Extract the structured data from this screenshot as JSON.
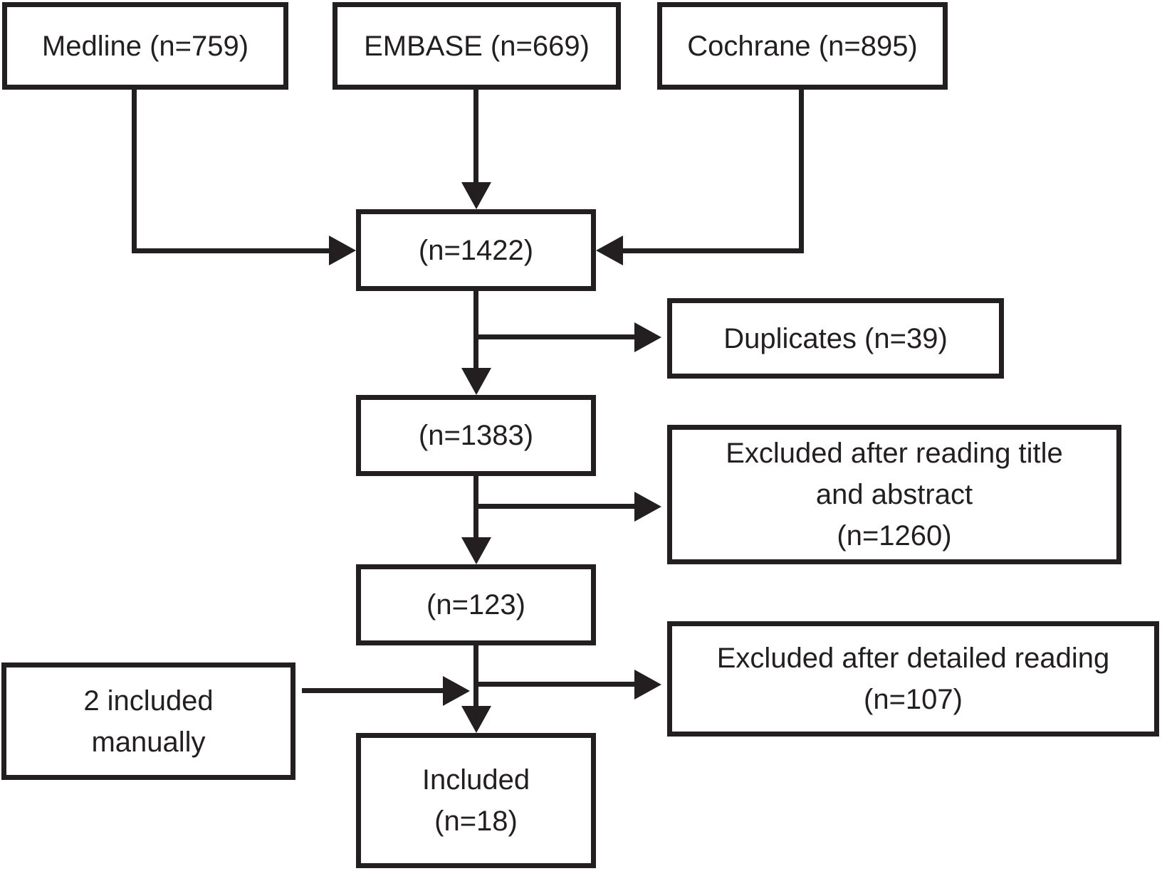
{
  "diagram": {
    "type": "flowchart-study-selection",
    "colors": {
      "line": "#231f20",
      "background": "#ffffff",
      "box_fill": "#ffffff"
    },
    "boxes": {
      "medline": {
        "lines": [
          "Medline (n=759)"
        ]
      },
      "embase": {
        "lines": [
          "EMBASE (n=669)"
        ]
      },
      "cochrane": {
        "lines": [
          "Cochrane (n=895)"
        ]
      },
      "merged": {
        "lines": [
          "(n=1422)"
        ]
      },
      "duplicates": {
        "lines": [
          "Duplicates (n=39)"
        ]
      },
      "after_duplicates": {
        "lines": [
          "(n=1383)"
        ]
      },
      "excluded_title_abstract": {
        "lines": [
          "Excluded after reading title",
          "and abstract",
          "(n=1260)"
        ]
      },
      "after_screening": {
        "lines": [
          "(n=123)"
        ]
      },
      "excluded_detailed": {
        "lines": [
          "Excluded after detailed reading",
          "(n=107)"
        ]
      },
      "included_manually": {
        "lines": [
          "2 included",
          "manually"
        ]
      },
      "included": {
        "lines": [
          "Included",
          "(n=18)"
        ]
      }
    }
  }
}
